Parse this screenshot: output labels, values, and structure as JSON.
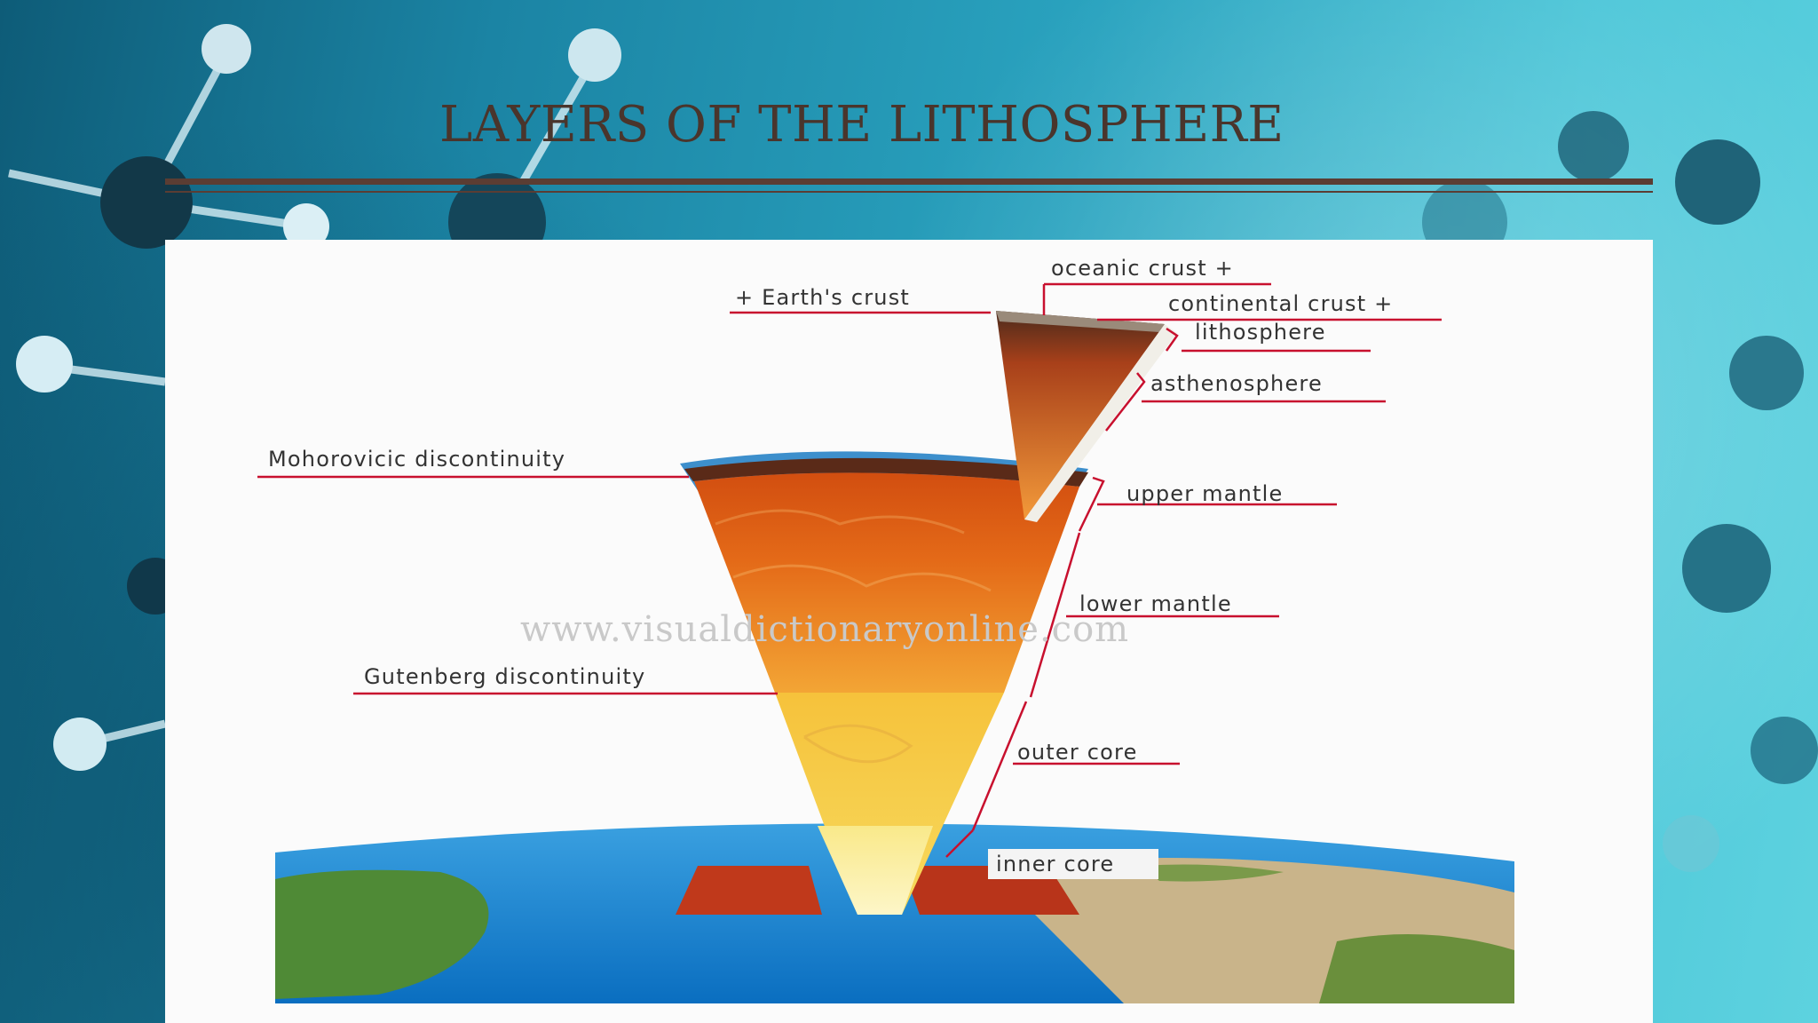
{
  "slide": {
    "title": "LAYERS OF THE LITHOSPHERE"
  },
  "diagram": {
    "watermark": "www.visualdictionaryonline.com",
    "labels": {
      "earths_crust": "+ Earth's crust",
      "oceanic_crust": "oceanic crust +",
      "continental_crust": "continental crust +",
      "lithosphere": "lithosphere",
      "asthenosphere": "asthenosphere",
      "mohorovicic": "Mohorovicic discontinuity",
      "upper_mantle": "upper mantle",
      "lower_mantle": "lower mantle",
      "gutenberg": "Gutenberg discontinuity",
      "outer_core": "outer core",
      "inner_core": "inner core"
    }
  },
  "colors": {
    "title_text": "#4a352c",
    "rule": "#5b3d33",
    "leader_line": "#c8102e",
    "background_teal": "#2aa3bf"
  }
}
